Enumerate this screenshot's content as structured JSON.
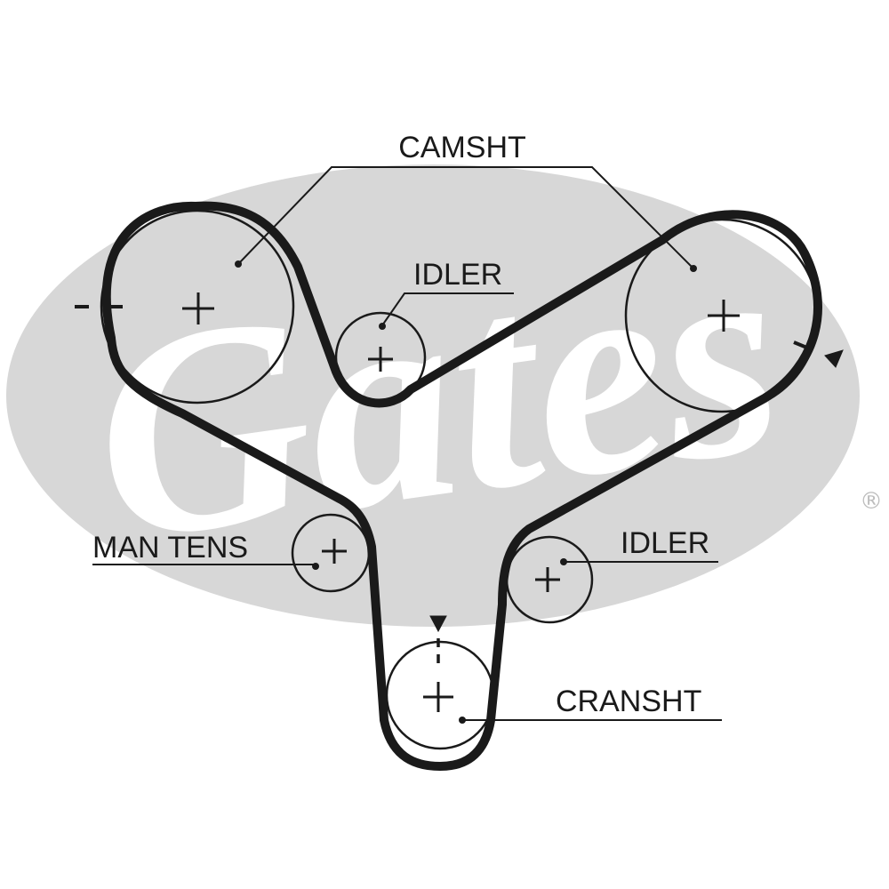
{
  "labels": {
    "camshaft": "CAMSHT",
    "idler_top": "IDLER",
    "man_tens": "MAN TENS",
    "idler_right": "IDLER",
    "crankshaft": "CRANSHT"
  },
  "logo": {
    "text": "Gates",
    "registered": "®"
  },
  "colors": {
    "belt": "#1a1a1a",
    "line": "#1a1a1a",
    "logo": "#d7d7d7",
    "background": "#ffffff"
  }
}
